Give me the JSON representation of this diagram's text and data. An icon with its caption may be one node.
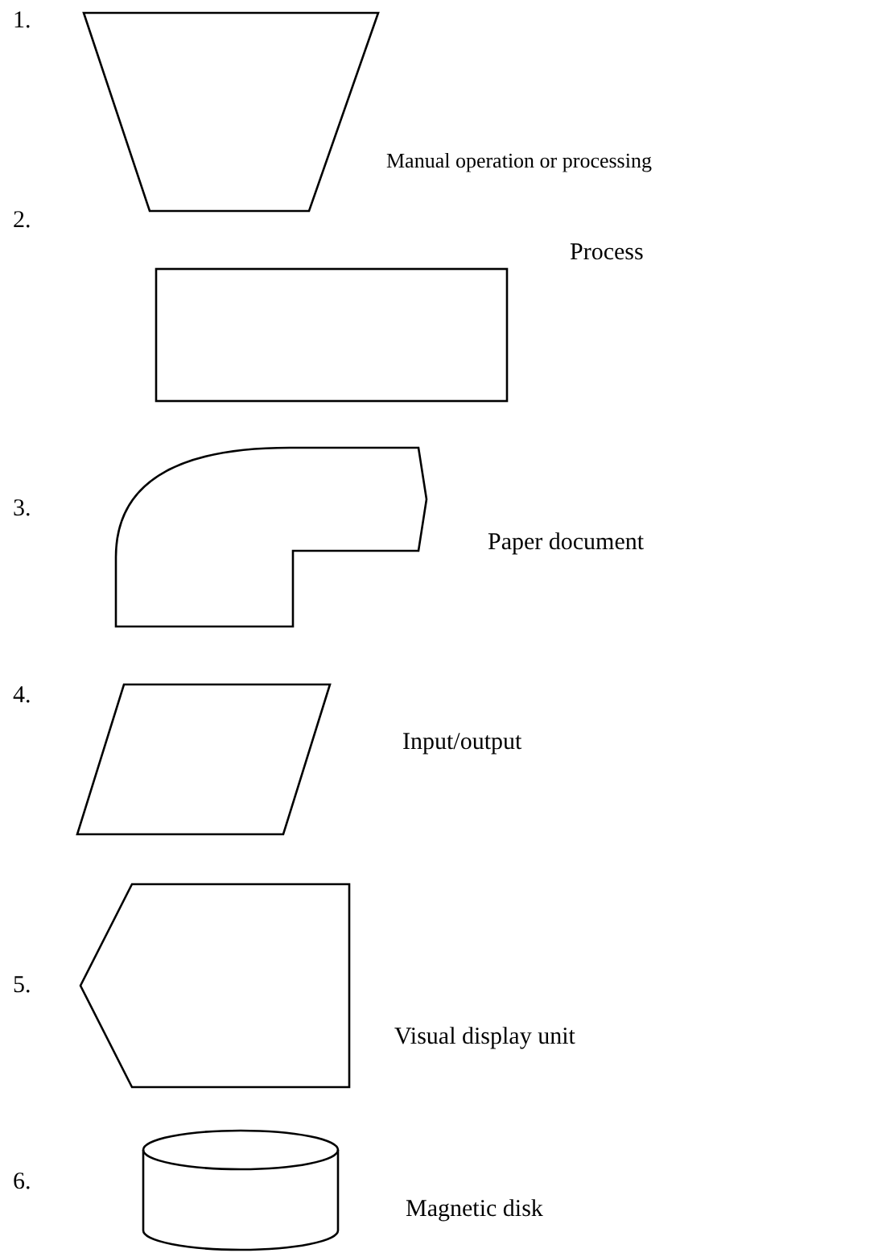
{
  "diagram": {
    "nodes": [
      {
        "text": [],
        "shape": "trapezoid",
        "beside": [
          "Manual operation or processing"
        ]
      },
      {
        "text": [],
        "shape": "box",
        "beside": [
          "Process"
        ]
      },
      {
        "text": [],
        "shape": "document",
        "beside": [
          "Paper document"
        ]
      },
      {
        "text": [],
        "shape": "parallelogram",
        "beside": [
          "Input/output"
        ]
      },
      {
        "text": [],
        "shape": "display",
        "beside": [
          "Visual display unit"
        ]
      },
      {
        "text": [],
        "shape": "cylinder",
        "beside": [
          "Magnetic disk"
        ]
      }
    ],
    "labels": [
      "1.",
      "2.",
      "3.",
      "4.",
      "5.",
      "6."
    ]
  }
}
